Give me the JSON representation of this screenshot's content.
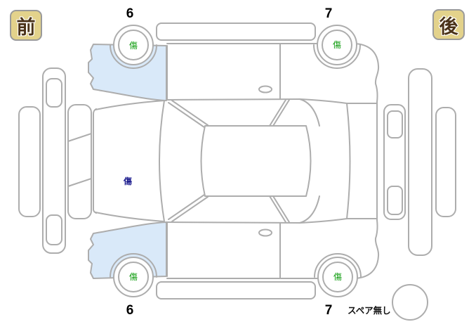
{
  "legend": {
    "front_label": "前",
    "rear_label": "後"
  },
  "wheels": {
    "front_top": {
      "number": "6",
      "damage": "傷"
    },
    "rear_top": {
      "number": "7",
      "damage": "傷"
    },
    "front_bottom": {
      "number": "6",
      "damage": "傷"
    },
    "rear_bottom": {
      "number": "7",
      "damage": "傷"
    }
  },
  "body_damage": {
    "hood": {
      "label": "傷"
    }
  },
  "spare_tire": {
    "label": "スペア無し"
  },
  "colors": {
    "outline": "#adadad",
    "highlight_fill": "#d9e9f9",
    "wheel_damage_text": "#0d9b0d",
    "body_damage_text": "#1f1f8f",
    "direction_box_bg": "#e3d28b",
    "direction_box_text": "#4a3218",
    "number_text": "#000000"
  }
}
